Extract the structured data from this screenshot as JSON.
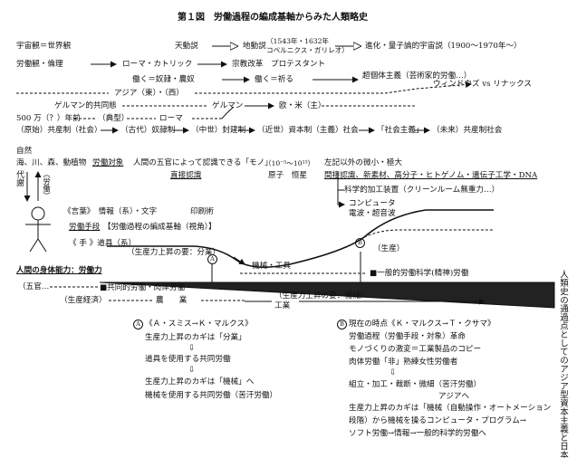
{
  "title": "第１図　労働過程の編成基軸からみた人類略史",
  "row1": {
    "cosmo": "宇宙観＝世界観",
    "tendo": "天動説",
    "chido": "地動説",
    "years": "（1543年・1632年",
    "names": "コペルニクス・ガリレオ）",
    "evo": "進化・量子論的宇宙説（1900〜1970年〜）"
  },
  "row2": {
    "labor": "労働観・倫理",
    "roman": "ローマ・カトリック",
    "reform": "宗教改革　プロテスタント"
  },
  "row3": {
    "slave": "働く＝奴隷・農奴",
    "pray": "働く＝祈る",
    "cap": "超個体主義（芸術家的労働…）"
  },
  "row4": {
    "asia": "アジア（東）・（西）",
    "winlin": "ウィンドウズ vs リナックス"
  },
  "row5": {
    "german": "ゲルマン的共同態",
    "german2": "ゲルマン",
    "euus": "欧・米（主）"
  },
  "row6": {
    "500": "500 万（？）年前",
    "tenkei": "（典型）",
    "rome": "ローマ"
  },
  "row7": {
    "p1": "（原始）共産制（社会）",
    "p2": "（古代）奴隷制",
    "p3": "（中世）封建制",
    "p4": "（近世）資本制（主義）社会",
    "p5": "「社会主義」",
    "p6": "（未来）共産制社会"
  },
  "nature": {
    "a": "自然",
    "b": "海、川、森、動植物",
    "target": "労働対象",
    "five": "人間の五官によって認識できる「モノ」",
    "range": "（10⁻⁵〜10¹⁵）",
    "direct": "直接認識",
    "atom": "原子　恒星"
  },
  "left_v": {
    "daisha": "代謝",
    "rodo": "（労働）"
  },
  "indirect": {
    "h": "左記以外の微小・極大",
    "list": "間接認識、新素材、高分子・ヒトゲノム・遺伝子工学・DNA",
    "sci": "科学的加工装置（クリーンルーム無重力…）",
    "comp1": "コンピュータ",
    "comp2": "電波・超音波"
  },
  "lang": {
    "lang": "《言葉》　情報（系）・文字",
    "print": "印刷術"
  },
  "means": {
    "label": "労働手段",
    "axis": "【労働過程の編成基軸（視角）】",
    "hand": "《 手 》道具（系）",
    "req": "（生産力上昇の要：分業）",
    "machine": "機械・工具",
    "jointly": "（生産力上昇の要：機械）",
    "industry": "工業",
    "agri": "農　　業"
  },
  "body": {
    "label": "人間の身体能力：労働力",
    "five": "（五官…",
    "shared": "■共同的労働・肉体労働",
    "general": "■一般的労働科学(精神)労働",
    "econ": "（生産経済）",
    "prod": "（生産）"
  },
  "circle": {
    "a": "A",
    "b": "B"
  },
  "leftbox": {
    "h": "《Ａ・スミス→Ｋ・マルクス》",
    "l1": "生産力上昇のカギは「分業」",
    "l2": "道具を使用する共同労働",
    "l3": "生産力上昇のカギは「機械」へ",
    "l4": "機械を使用する共同労働（苦汗労働）"
  },
  "rightbox": {
    "h": "現在の時点《Ｋ・マルクス→Ｔ・クサマ》",
    "l1": "労働過程（労働手段・対象）革命",
    "l2": "モノづくりの激変＝工業製品のコピー",
    "l3": "肉体労働「非」熟練女性労働者",
    "l4": "組立・加工・裁断・微細（苦汗労働）",
    "l5": "アジアへ",
    "l6": "生産力上昇のカギは「機械（自動操作・オートメーション",
    "l7": "段階）から機械を操るコンピュータ・プログラム→",
    "l8": "ソフト労働→情報→一般的科学的労働へ"
  },
  "side": "人類史の通過点としてのアジア型資本主義と日本",
  "down": "⇩"
}
